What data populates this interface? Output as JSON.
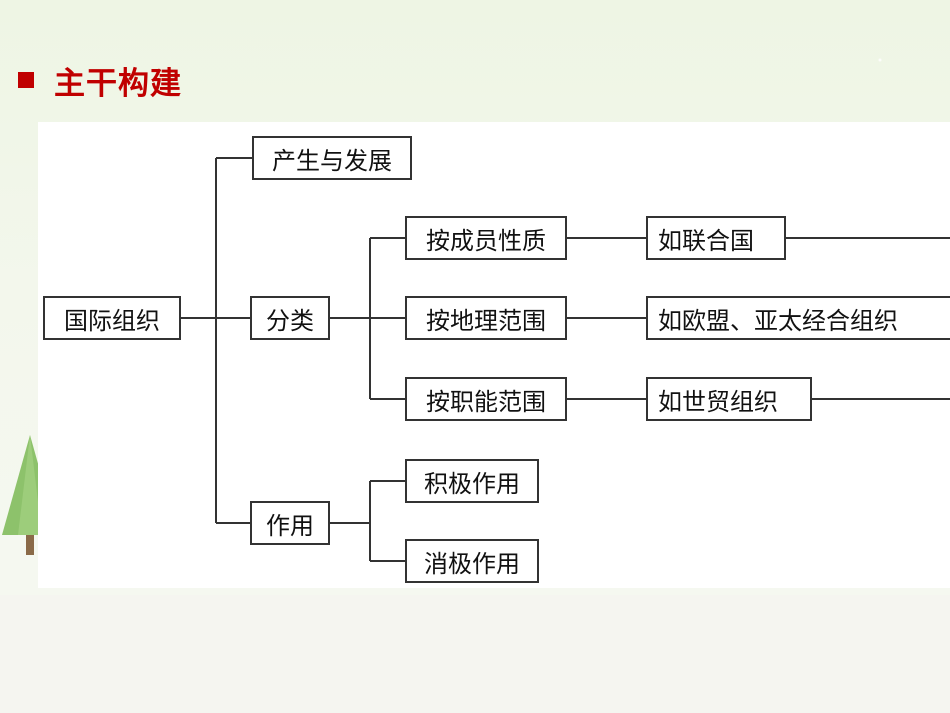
{
  "slide": {
    "title": "主干构建"
  },
  "diagram": {
    "root": "国际组织",
    "branch_origin": "产生与发展",
    "branch_classify": "分类",
    "branch_role": "作用",
    "classify_by_members": "按成员性质",
    "classify_by_region": "按地理范围",
    "classify_by_function": "按职能范围",
    "example_members": "如联合国",
    "example_region": "如欧盟、亚太经合组织",
    "example_function": "如世贸组织",
    "role_positive": "积极作用",
    "role_negative": "消极作用"
  },
  "colors": {
    "title": "#c00000",
    "line": "#333333"
  }
}
